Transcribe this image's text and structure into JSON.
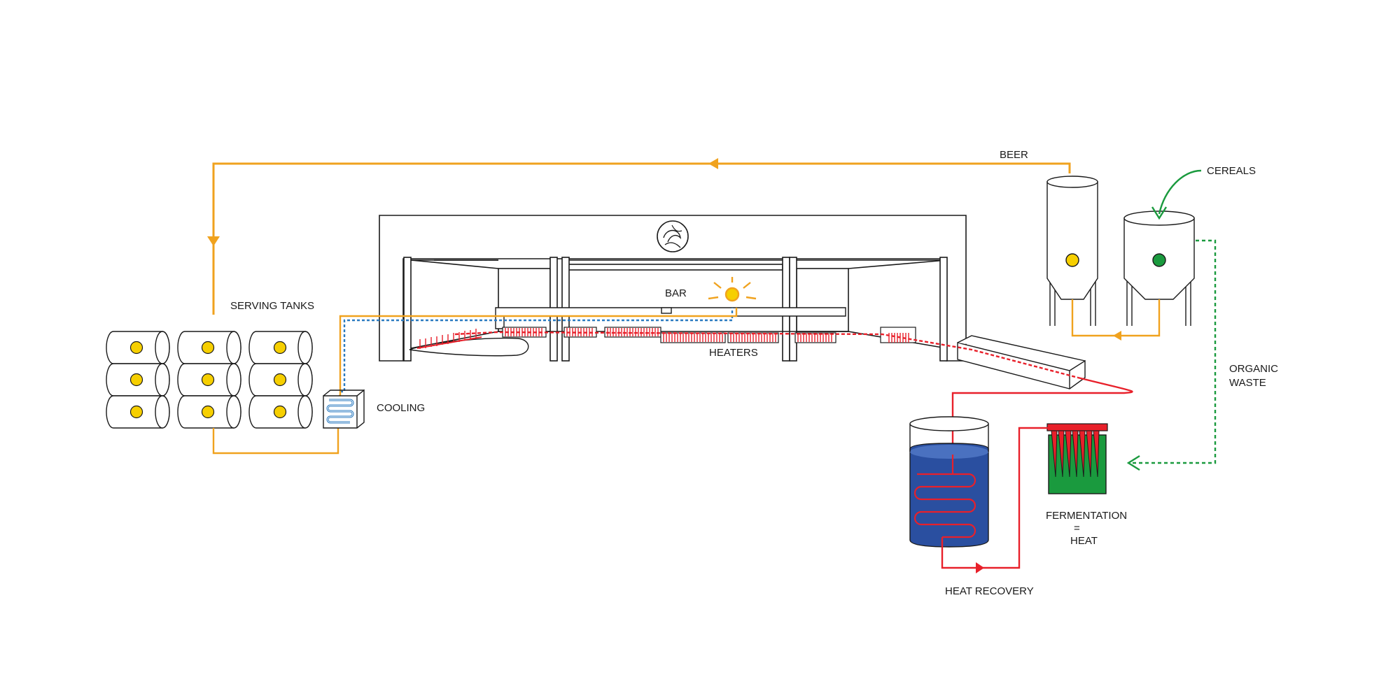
{
  "labels": {
    "beer": "BEER",
    "cereals": "CEREALS",
    "serving_tanks": "SERVING TANKS",
    "bar": "BAR",
    "heaters": "HEATERS",
    "cooling": "COOLING",
    "organic_waste_line1": "ORGANIC",
    "organic_waste_line2": "WASTE",
    "fermentation_line1": "FERMENTATION",
    "fermentation_line2": "=",
    "fermentation_line3": "HEAT",
    "heat_recovery": "HEAT RECOVERY"
  },
  "colors": {
    "beer_line": "#f0a21e",
    "heat_line": "#e8202a",
    "waste_line": "#1a9a3e",
    "cooling_line": "#2c7bc0",
    "tank_dot": "#f6cf00",
    "cereal_dot": "#1a9a3e",
    "water_tank": "#2a4fa0",
    "fermenter_base": "#1a9a3e",
    "outline": "#1a1a1a"
  },
  "icons": [
    "building-logo-icon",
    "light-sun-icon",
    "cereal-arrow-icon"
  ]
}
